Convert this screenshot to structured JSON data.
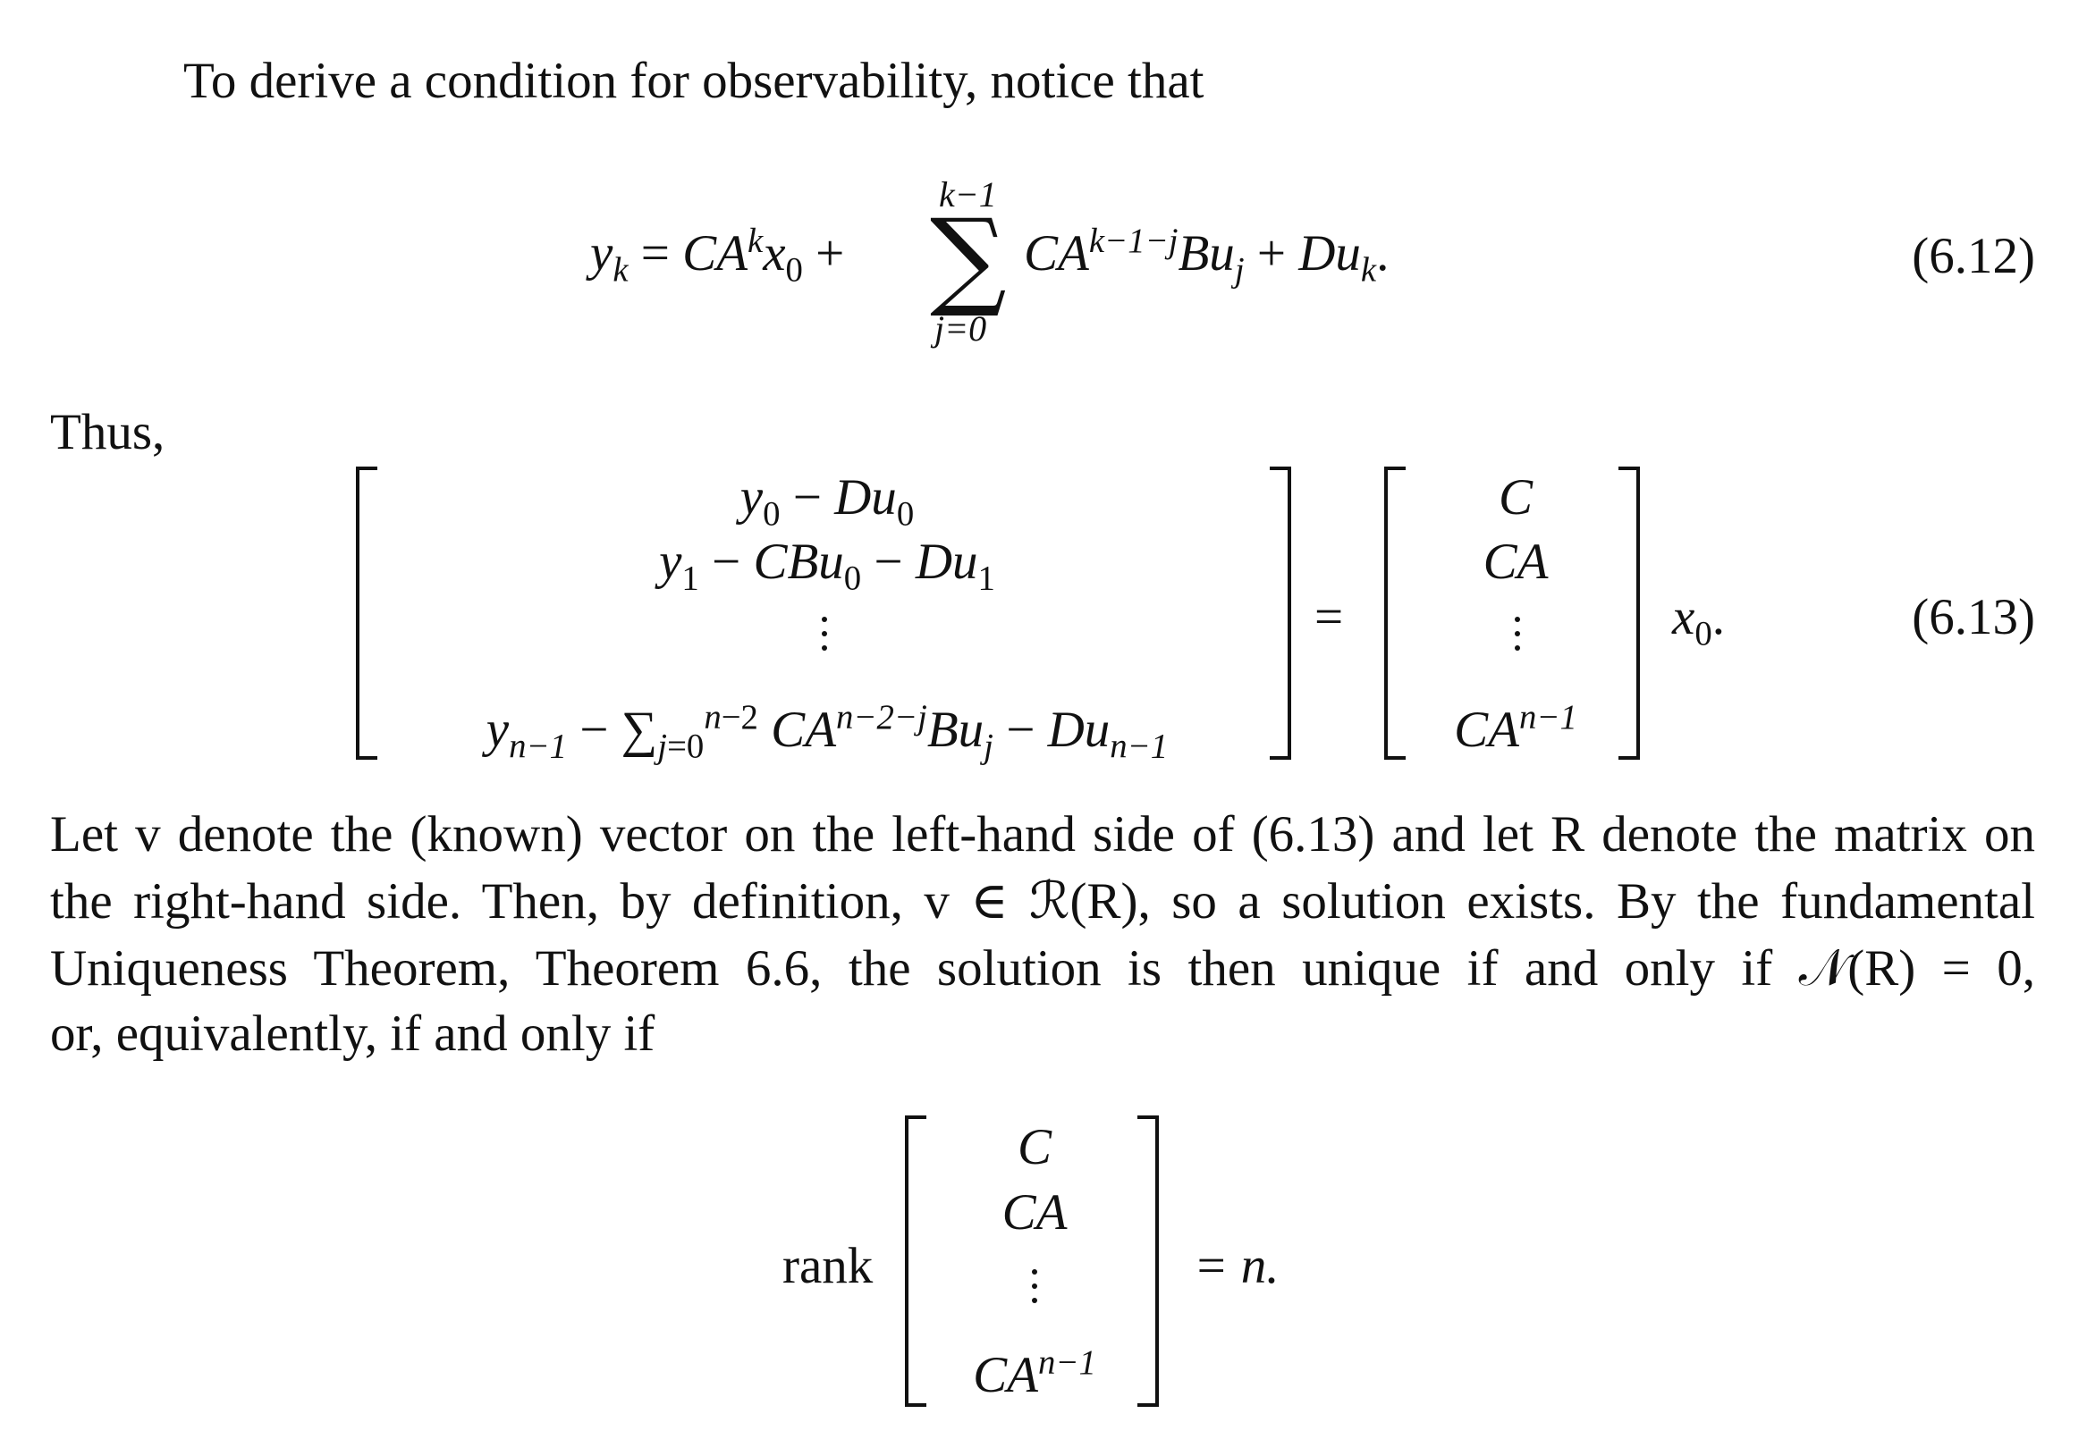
{
  "text": {
    "intro": "To derive a condition for observability, notice that",
    "thus": "Thus,",
    "para": [
      "Let v denote the (known) vector on the left-hand side of (6.13) and let R denote the matrix on",
      "the right-hand side. Then, by definition, v ∈ ℛ(R), so a solution exists. By the fundamental",
      "Uniqueness Theorem, Theorem 6.6, the solution is then unique if and only if 𝒩(R) = 0,",
      "or, equivalently, if and only if"
    ]
  },
  "equations": {
    "eq612_number": "(6.12)",
    "eq613_number": "(6.13)",
    "rank_word": "rank",
    "rank_result": "= n."
  }
}
